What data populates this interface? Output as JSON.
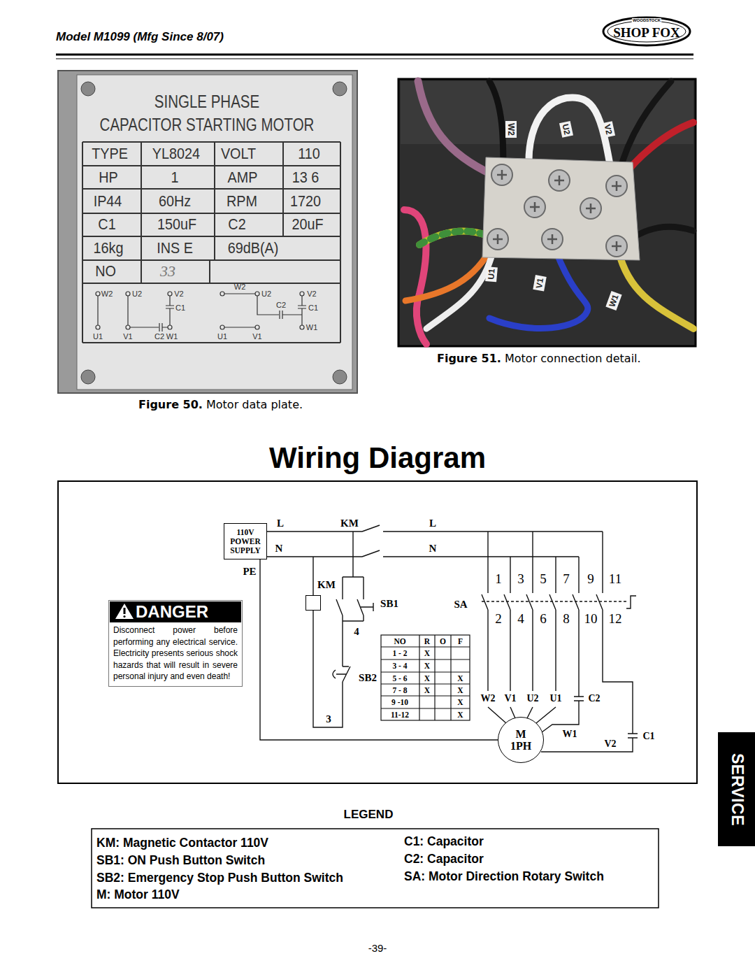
{
  "diagram": {
    "title": "Wiring Diagram",
    "nodes": [
      {
        "text": [
          "110V POWER SUPPLY"
        ]
      },
      {
        "text": [
          "DANGER",
          "Disconnect power before performing any electrical service. Electricity presents serious shock hazards that will result in severe personal injury and even death!"
        ]
      },
      {
        "text": [
          "KM"
        ]
      },
      {
        "text": [
          "M",
          "1PH"
        ]
      },
      {
        "text": [
          "SERVICE"
        ]
      }
    ],
    "edges": [
      {
        "from": 0,
        "to": 3,
        "arrow": "none"
      }
    ],
    "labels": [
      "Model M1099 (Mfg Since 8/07)",
      "WOODSTOCK",
      "SHOP FOX",
      "SINGLE PHASE",
      "CAPACITOR STARTING MOTOR",
      "TYPE",
      "YL8024",
      "VOLT",
      "110",
      "HP",
      "1",
      "AMP",
      "13 6",
      "IP44",
      "60Hz",
      "RPM",
      "1720",
      "C1",
      "150uF",
      "C2",
      "20uF",
      "16kg",
      "INS E",
      "69dB(A)",
      "NO",
      "33",
      "W2",
      "U2",
      "V2",
      "C1",
      "U1",
      "V1",
      "C2",
      "W1",
      "W2",
      "U2",
      "V2",
      "C2",
      "C1",
      "U1",
      "V1",
      "W1",
      "W2",
      "U2",
      "V2",
      "U1",
      "V1",
      "W1",
      "Figure 51.",
      "Motor connection detail.",
      "Figure 50.",
      "Motor data plate.",
      "L",
      "KM",
      "L",
      "N",
      "N",
      "PE",
      "SB1",
      "4",
      "SB2",
      "3",
      "SA",
      "1",
      "3",
      "5",
      "7",
      "9",
      "11",
      "2",
      "4",
      "6",
      "8",
      "10",
      "12",
      "NO",
      "R",
      "O",
      "F",
      "1 - 2",
      "X",
      "3 - 4",
      "X",
      "5 - 6",
      "X",
      "X",
      "7 - 8",
      "X",
      "X",
      "9 -10",
      "X",
      "11-12",
      "X",
      "W2",
      "V1",
      "U2",
      "U1",
      "C2",
      "W1",
      "V2",
      "C1",
      "LEGEND",
      "-39-"
    ],
    "legend": [
      {
        "text": "KM: Magnetic Contactor 110V"
      },
      {
        "text": "SB1: ON Push Button Switch"
      },
      {
        "text": "SB2: Emergency Stop Push Button Switch"
      },
      {
        "text": "M: Motor 110V"
      },
      {
        "text": "C1: Capacitor"
      },
      {
        "text": "C2: Capacitor"
      },
      {
        "text": "SA: Motor Direction Rotary Switch"
      }
    ]
  }
}
